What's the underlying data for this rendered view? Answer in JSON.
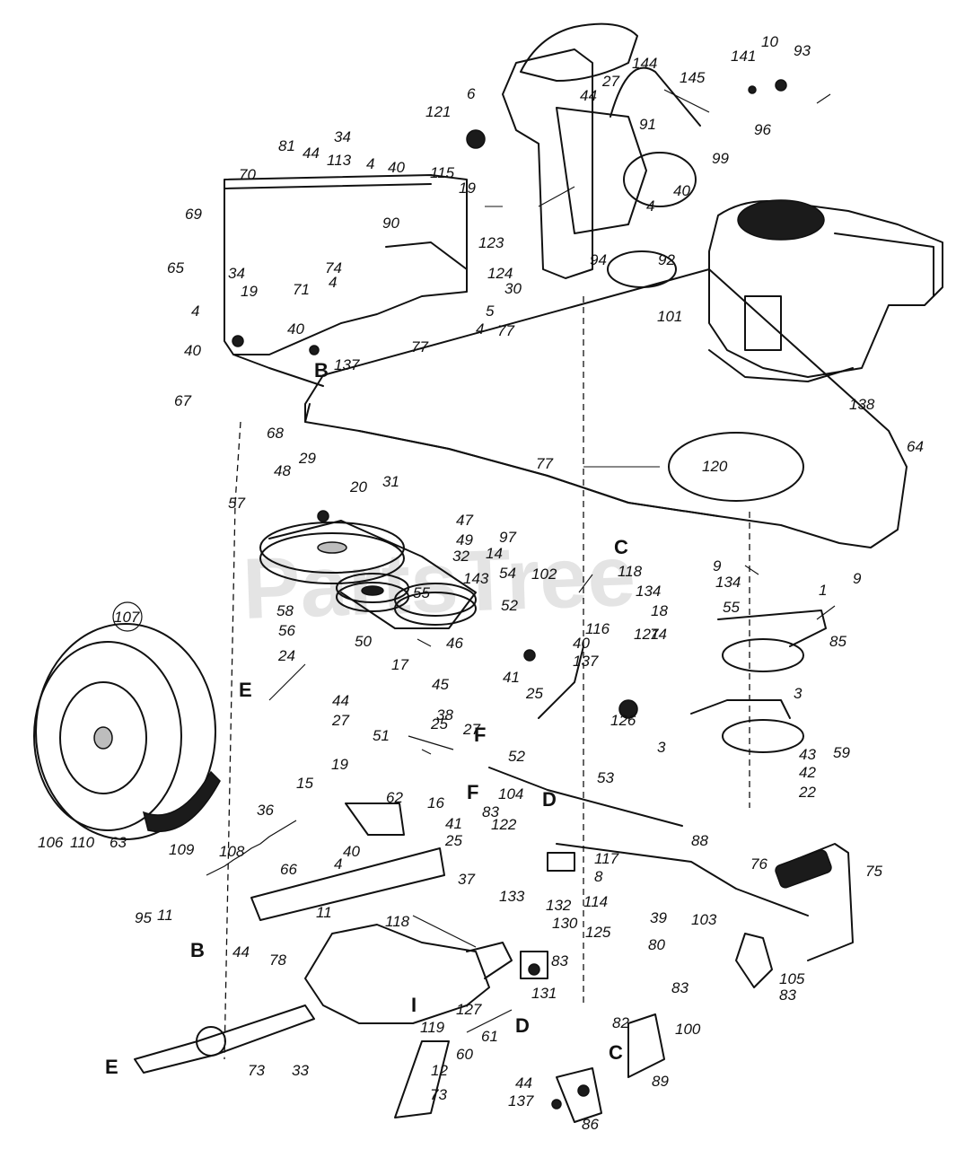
{
  "watermark": "PartsTree",
  "callouts": [
    "1",
    "3",
    "3",
    "4",
    "4",
    "4",
    "4",
    "4",
    "4",
    "5",
    "6",
    "8",
    "9",
    "9",
    "10",
    "11",
    "11",
    "12",
    "14",
    "15",
    "16",
    "17",
    "18",
    "19",
    "19",
    "19",
    "20",
    "22",
    "24",
    "25",
    "25",
    "25",
    "27",
    "27",
    "27",
    "29",
    "30",
    "31",
    "32",
    "33",
    "34",
    "34",
    "36",
    "37",
    "38",
    "39",
    "40",
    "40",
    "40",
    "40",
    "40",
    "40",
    "41",
    "41",
    "42",
    "43",
    "44",
    "44",
    "44",
    "44",
    "44",
    "45",
    "46",
    "47",
    "48",
    "49",
    "50",
    "51",
    "52",
    "52",
    "53",
    "54",
    "55",
    "55",
    "56",
    "57",
    "58",
    "59",
    "60",
    "61",
    "62",
    "63",
    "64",
    "65",
    "66",
    "67",
    "68",
    "69",
    "70",
    "71",
    "73",
    "73",
    "74",
    "74",
    "75",
    "76",
    "77",
    "77",
    "77",
    "78",
    "80",
    "81",
    "82",
    "83",
    "83",
    "83",
    "83",
    "85",
    "86",
    "88",
    "89",
    "90",
    "91",
    "92",
    "93",
    "94",
    "95",
    "96",
    "97",
    "99",
    "100",
    "101",
    "102",
    "103",
    "104",
    "105",
    "106",
    "107",
    "108",
    "109",
    "110",
    "113",
    "114",
    "115",
    "116",
    "117",
    "118",
    "118",
    "119",
    "120",
    "121",
    "121",
    "122",
    "123",
    "124",
    "125",
    "126",
    "127",
    "130",
    "131",
    "132",
    "133",
    "134",
    "134",
    "137",
    "137",
    "137",
    "138",
    "141",
    "143",
    "144",
    "145"
  ],
  "letters": [
    "B",
    "B",
    "C",
    "C",
    "D",
    "D",
    "E",
    "E",
    "F",
    "F",
    "I"
  ]
}
